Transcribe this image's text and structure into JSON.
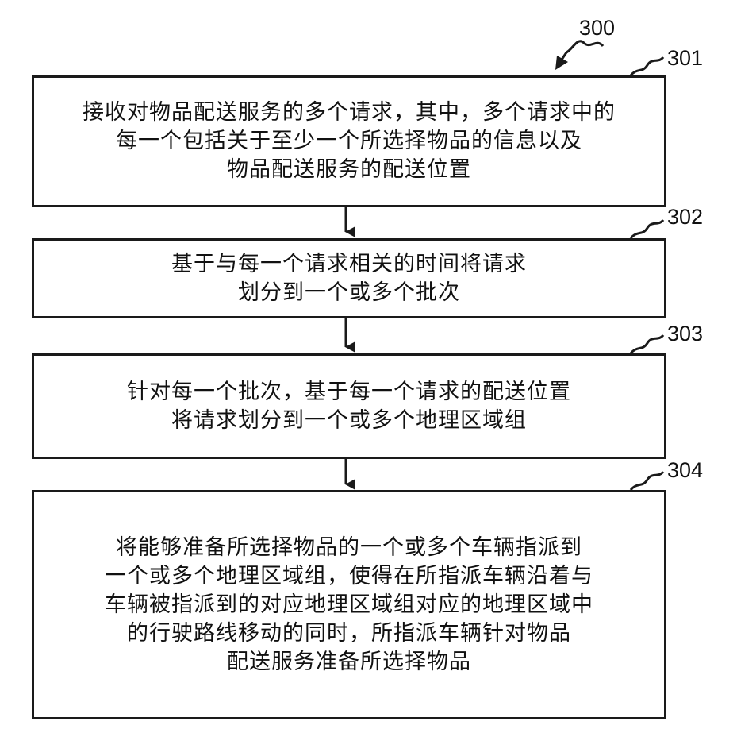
{
  "figure": {
    "number": "300"
  },
  "steps": [
    {
      "id": "301",
      "lines": [
        "接收对物品配送服务的多个请求，其中，多个请求中的",
        "每一个包括关于至少一个所选择物品的信息以及",
        "物品配送服务的配送位置"
      ]
    },
    {
      "id": "302",
      "lines": [
        "基于与每一个请求相关的时间将请求",
        "划分到一个或多个批次"
      ]
    },
    {
      "id": "303",
      "lines": [
        "针对每一个批次，基于每一个请求的配送位置",
        "将请求划分到一个或多个地理区域组"
      ]
    },
    {
      "id": "304",
      "lines": [
        "将能够准备所选择物品的一个或多个车辆指派到",
        "一个或多个地理区域组，使得在所指派车辆沿着与",
        "车辆被指派到的对应地理区域组对应的地理区域中",
        "的行驶路线移动的同时，所指派车辆针对物品",
        "配送服务准备所选择物品"
      ]
    }
  ]
}
